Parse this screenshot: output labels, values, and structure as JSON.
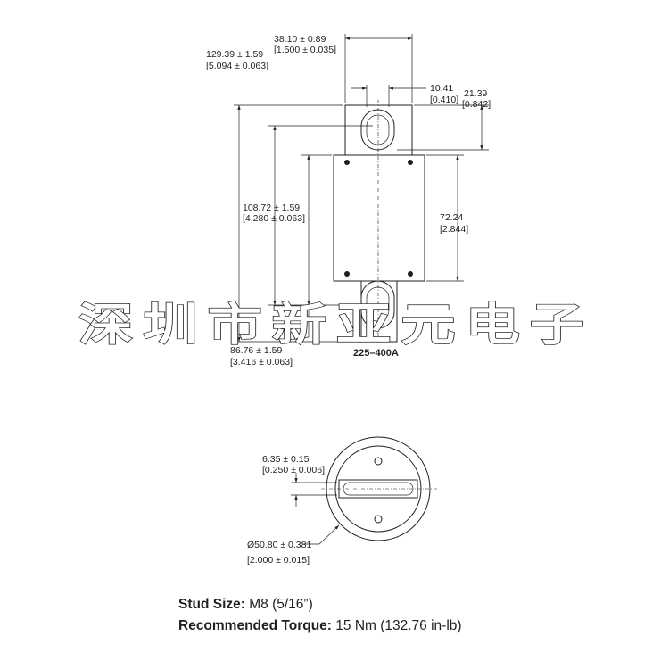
{
  "watermark": "深圳市新亚元电子",
  "model": "225–400A",
  "front_view": {
    "dim_width": {
      "mm": "38.10 ± 0.89",
      "in": "[1.500 ± 0.035]"
    },
    "dim_overall": {
      "mm": "129.39 ± 1.59",
      "in": "[5.094 ± 0.063]"
    },
    "dim_slot_width": {
      "mm": "10.41",
      "in": "[0.410]"
    },
    "dim_slot_length": {
      "mm": "21.39",
      "in": "[0.842]"
    },
    "dim_stud_centers": {
      "mm": "108.72 ± 1.59",
      "in": "[4.280 ± 0.063]"
    },
    "dim_body": {
      "mm": "72.24",
      "in": "[2.844]"
    },
    "dim_to_stud": {
      "mm": "86.76 ± 1.59",
      "in": "[3.416 ± 0.063]"
    }
  },
  "end_view": {
    "dim_slot": {
      "mm": "6.35 ± 0.15",
      "in": "[0.250 ± 0.006]"
    },
    "dim_diameter": {
      "mm": "Ø50.80 ± 0.381",
      "in": "[2.000 ± 0.015]"
    }
  },
  "specs": {
    "stud_label": "Stud Size:",
    "stud_value": "M8 (5/16”)",
    "torque_label": "Recommended Torque:",
    "torque_value": "15 Nm (132.76 in-lb)"
  }
}
